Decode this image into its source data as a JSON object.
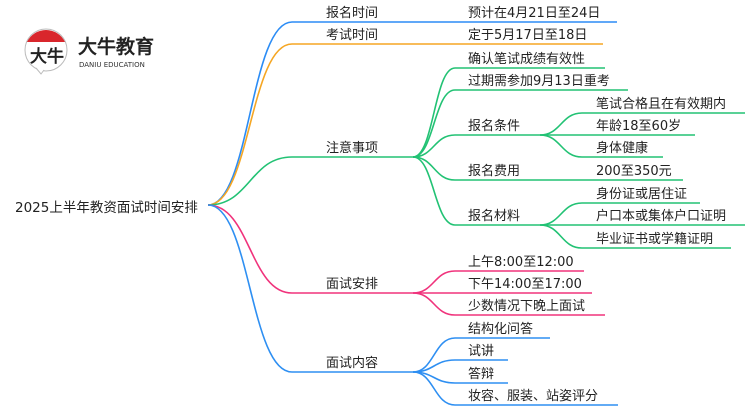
{
  "logo": {
    "cn": "大牛教育",
    "en": "DANIU EDUCATION",
    "mark": "大牛"
  },
  "root": "2025上半年教资面试时间安排",
  "colors": {
    "b0": "#2b8cf5",
    "b1": "#f5a623",
    "b2": "#22c274",
    "b3": "#f0337c",
    "b4": "#2e8ff2"
  },
  "branches": [
    {
      "label": "报名时间",
      "children": [
        {
          "label": "预计在4月21日至24日"
        }
      ]
    },
    {
      "label": "考试时间",
      "children": [
        {
          "label": "定于5月17日至18日"
        }
      ]
    },
    {
      "label": "注意事项",
      "children": [
        {
          "label": "确认笔试成绩有效性"
        },
        {
          "label": "过期需参加9月13日重考"
        },
        {
          "label": "报名条件",
          "children": [
            {
              "label": "笔试合格且在有效期内"
            },
            {
              "label": "年龄18至60岁"
            },
            {
              "label": "身体健康"
            }
          ]
        },
        {
          "label": "报名费用",
          "children": [
            {
              "label": "200至350元"
            }
          ]
        },
        {
          "label": "报名材料",
          "children": [
            {
              "label": "身份证或居住证"
            },
            {
              "label": "户口本或集体户口证明"
            },
            {
              "label": "毕业证书或学籍证明"
            }
          ]
        }
      ]
    },
    {
      "label": "面试安排",
      "children": [
        {
          "label": "上午8:00至12:00"
        },
        {
          "label": "下午14:00至17:00"
        },
        {
          "label": "少数情况下晚上面试"
        }
      ]
    },
    {
      "label": "面试内容",
      "children": [
        {
          "label": "结构化问答"
        },
        {
          "label": "试讲"
        },
        {
          "label": "答辩"
        },
        {
          "label": "妆容、服装、站姿评分"
        }
      ]
    }
  ]
}
